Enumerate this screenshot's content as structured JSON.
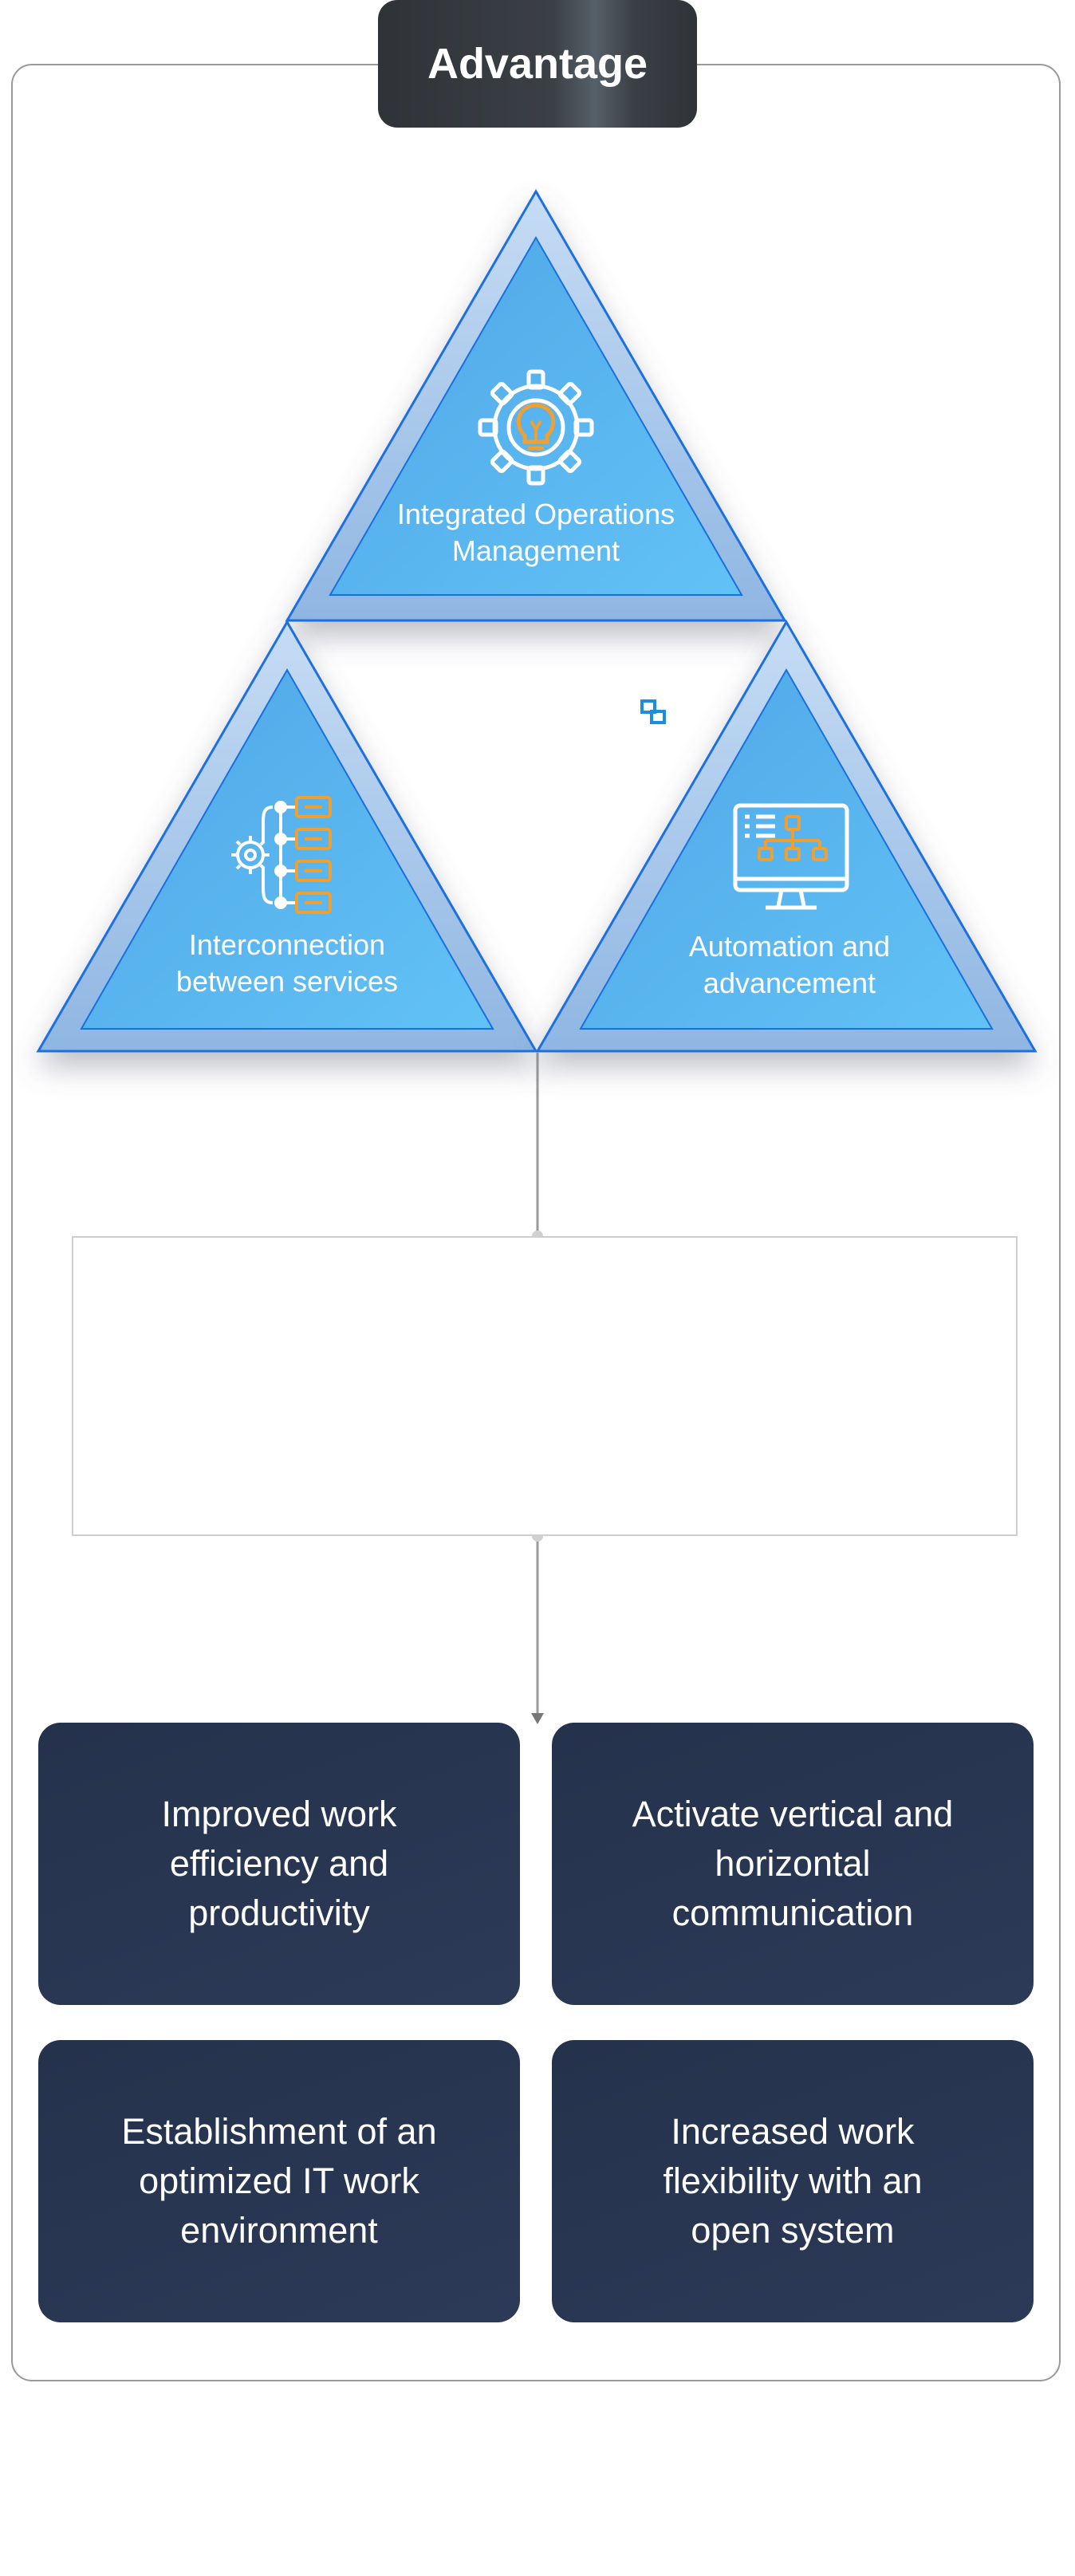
{
  "title": "Advantage",
  "triangles": {
    "top": {
      "label_line1": "Integrated Operations",
      "label_line2": "Management",
      "icon": "gear-lightbulb-icon"
    },
    "left": {
      "label_line1": "Interconnection",
      "label_line2": "between services",
      "icon": "gear-network-list-icon"
    },
    "right": {
      "label_line1": "Automation and",
      "label_line2": "advancement",
      "icon": "monitor-hierarchy-icon"
    }
  },
  "small_icon": "link-squares-icon",
  "cards": [
    {
      "line1": "Improved work",
      "line2": "efficiency and",
      "line3": "productivity"
    },
    {
      "line1": "Activate vertical and",
      "line2": "horizontal",
      "line3": "communication"
    },
    {
      "line1": "Establishment of an",
      "line2": "optimized IT work",
      "line3": "environment"
    },
    {
      "line1": "Increased work",
      "line2": "flexibility with an",
      "line3": "open system"
    }
  ],
  "colors": {
    "triangle_outer": "#a9c9ec",
    "triangle_inner": "#56b4ef",
    "triangle_stroke": "#1a6fe0",
    "icon_orange": "#f0a030",
    "card_bg": "#26334f",
    "title_bg": "#33383e"
  }
}
